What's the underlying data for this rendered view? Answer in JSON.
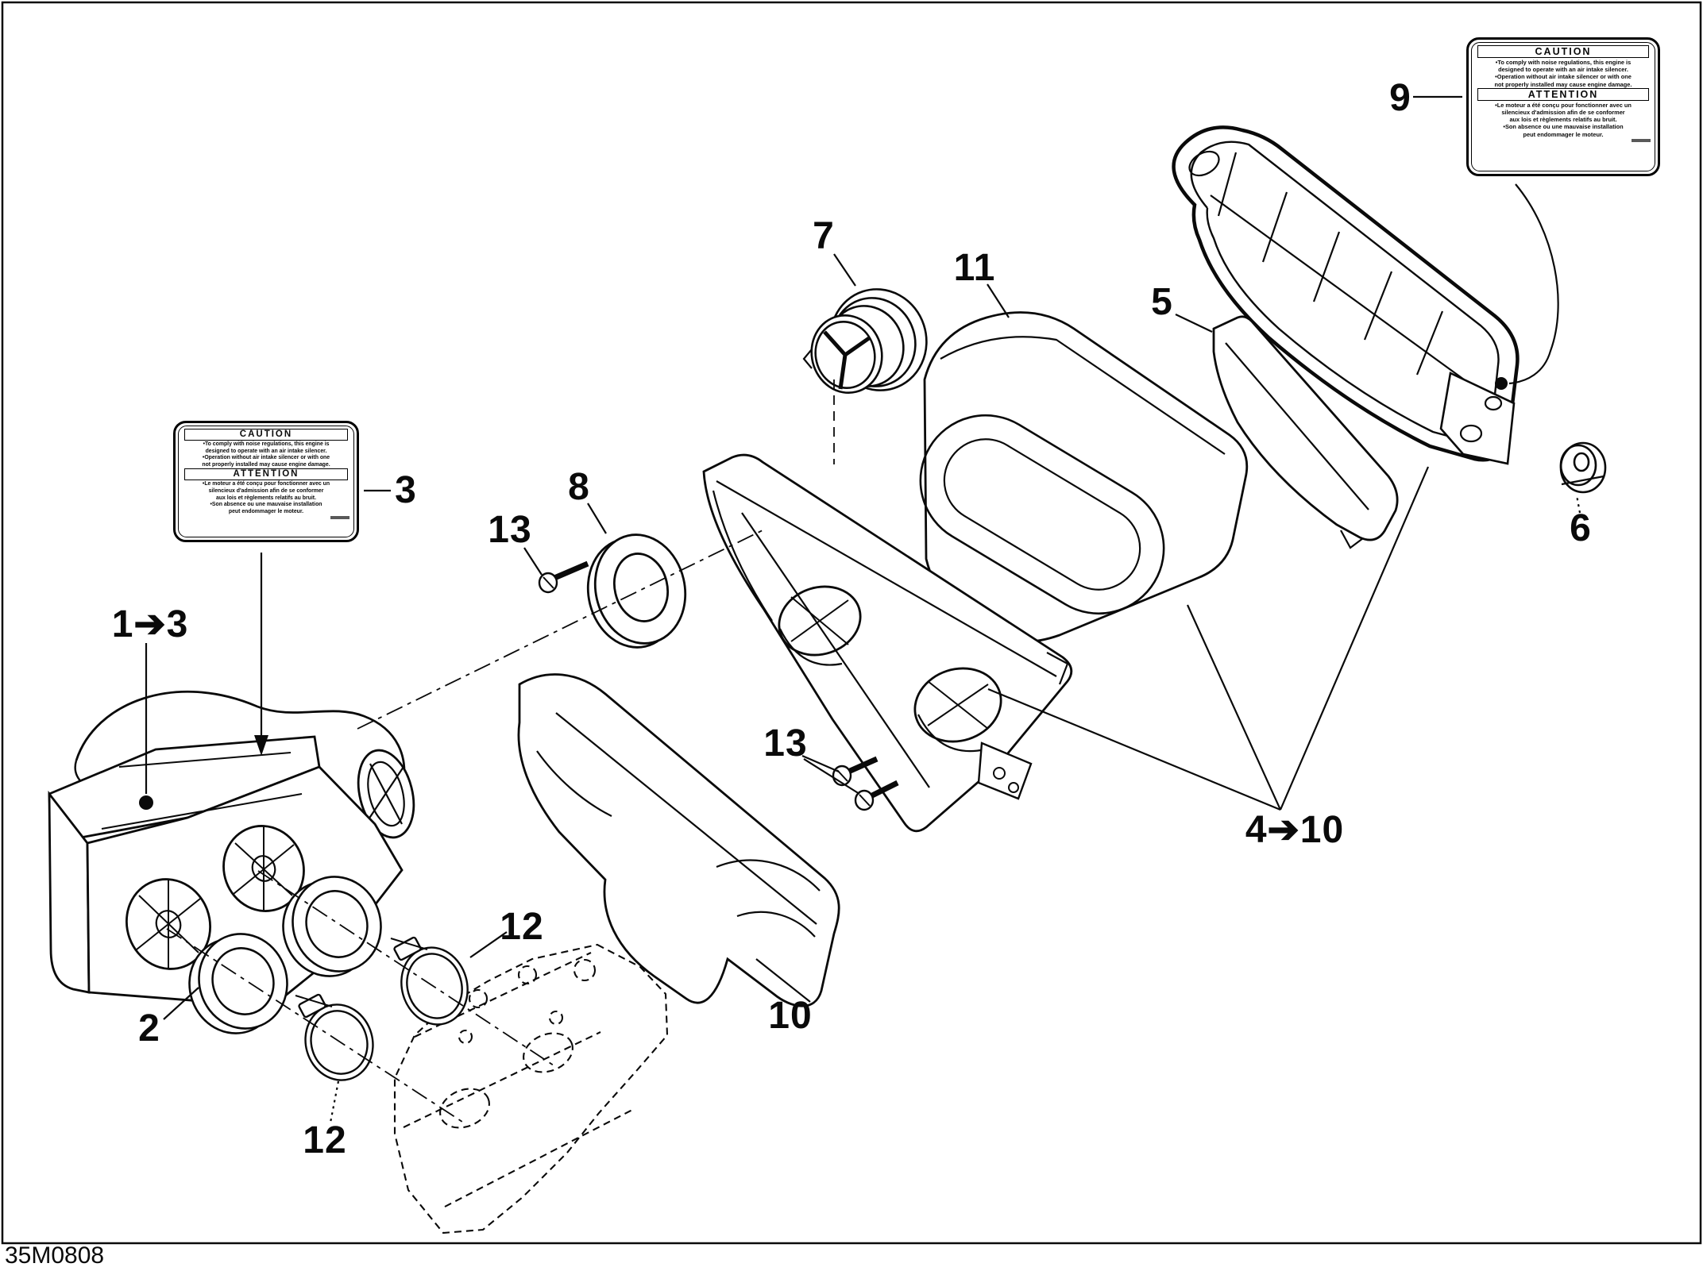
{
  "figure": {
    "footer_code": "35M0808",
    "ink_color": "#0a0a0a",
    "paper_color": "#ffffff"
  },
  "callouts": [
    {
      "id": "c9",
      "label": "9"
    },
    {
      "id": "c7",
      "label": "7"
    },
    {
      "id": "c11",
      "label": "11"
    },
    {
      "id": "c5",
      "label": "5"
    },
    {
      "id": "c3",
      "label": "3"
    },
    {
      "id": "c8",
      "label": "8"
    },
    {
      "id": "c13a",
      "label": "13"
    },
    {
      "id": "c6",
      "label": "6"
    },
    {
      "id": "c1_3",
      "label": "1➔3"
    },
    {
      "id": "c13b",
      "label": "13"
    },
    {
      "id": "c4_10",
      "label": "4➔10"
    },
    {
      "id": "c12a",
      "label": "12"
    },
    {
      "id": "c10",
      "label": "10"
    },
    {
      "id": "c2",
      "label": "2"
    },
    {
      "id": "c12b",
      "label": "12"
    }
  ],
  "sticker": {
    "caution_title": "CAUTION",
    "caution_lines": [
      "•To comply with noise regulations, this engine is",
      "designed to operate with an air intake silencer.",
      "•Operation without air intake silencer or with one",
      "not properly installed may cause engine damage."
    ],
    "attention_title": "ATTENTION",
    "attention_lines": [
      "•Le moteur a été conçu pour fonctionner avec un",
      "silencieux d'admission afin de se conformer",
      "aux lois et règlements relatifs au bruit.",
      "•Son absence ou une mauvaise installation",
      "peut endommager le moteur."
    ]
  }
}
